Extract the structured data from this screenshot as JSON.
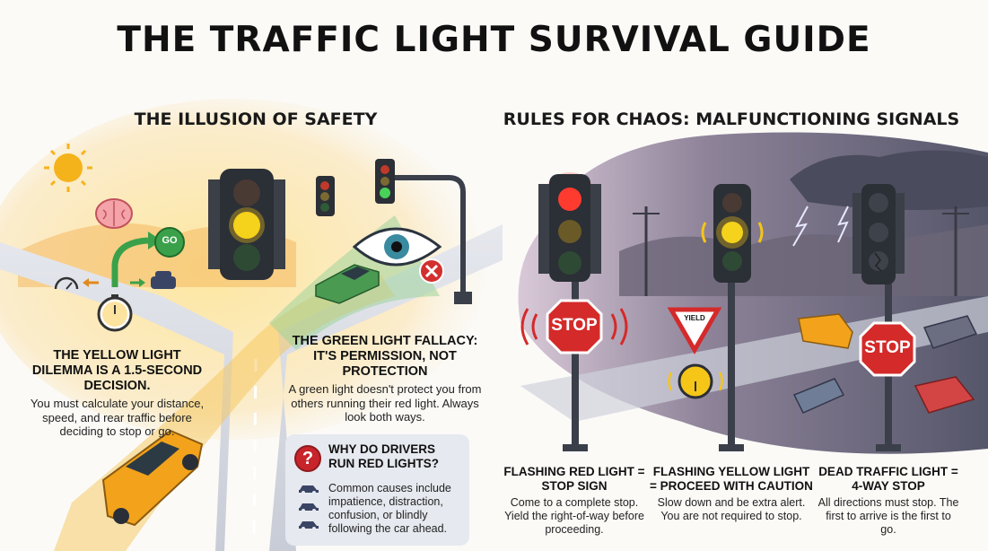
{
  "title": "THE TRAFFIC LIGHT SURVIVAL GUIDE",
  "left_section": {
    "heading": "THE ILLUSION OF SAFETY",
    "go_sign": "GO",
    "yellow_dilemma": {
      "heading": "THE YELLOW LIGHT DILEMMA IS A 1.5-SECOND DECISION.",
      "body": "You must calculate your distance, speed, and rear traffic before deciding to stop or go."
    },
    "green_fallacy": {
      "heading": "THE GREEN LIGHT FALLACY: IT'S PERMISSION, NOT PROTECTION",
      "body": "A green light doesn't protect you from others running their red light. Always look both ways."
    },
    "why_box": {
      "heading": "WHY DO DRIVERS RUN RED LIGHTS?",
      "body": "Common causes include impatience, distraction, confusion, or blindly following the car ahead."
    }
  },
  "right_section": {
    "heading": "RULES FOR CHAOS: MALFUNCTIONING SIGNALS",
    "stop_sign": "STOP",
    "yield_sign": "YIELD",
    "rules": [
      {
        "heading": "FLASHING RED LIGHT = STOP SIGN",
        "body": "Come to a complete stop. Yield the right-of-way before proceeding."
      },
      {
        "heading": "FLASHING YELLOW LIGHT = PROCEED WITH CAUTION",
        "body": "Slow down and be extra alert. You are not required to stop."
      },
      {
        "heading": "DEAD TRAFFIC LIGHT = 4-WAY STOP",
        "body": "All directions must stop. The first to arrive is the first to go."
      }
    ]
  },
  "colors": {
    "red": "#e0262b",
    "yellow": "#f5c518",
    "green": "#3aa14a",
    "housing": "#2b2f36",
    "car": "#f2a31b",
    "storm": "#6e6a80"
  }
}
